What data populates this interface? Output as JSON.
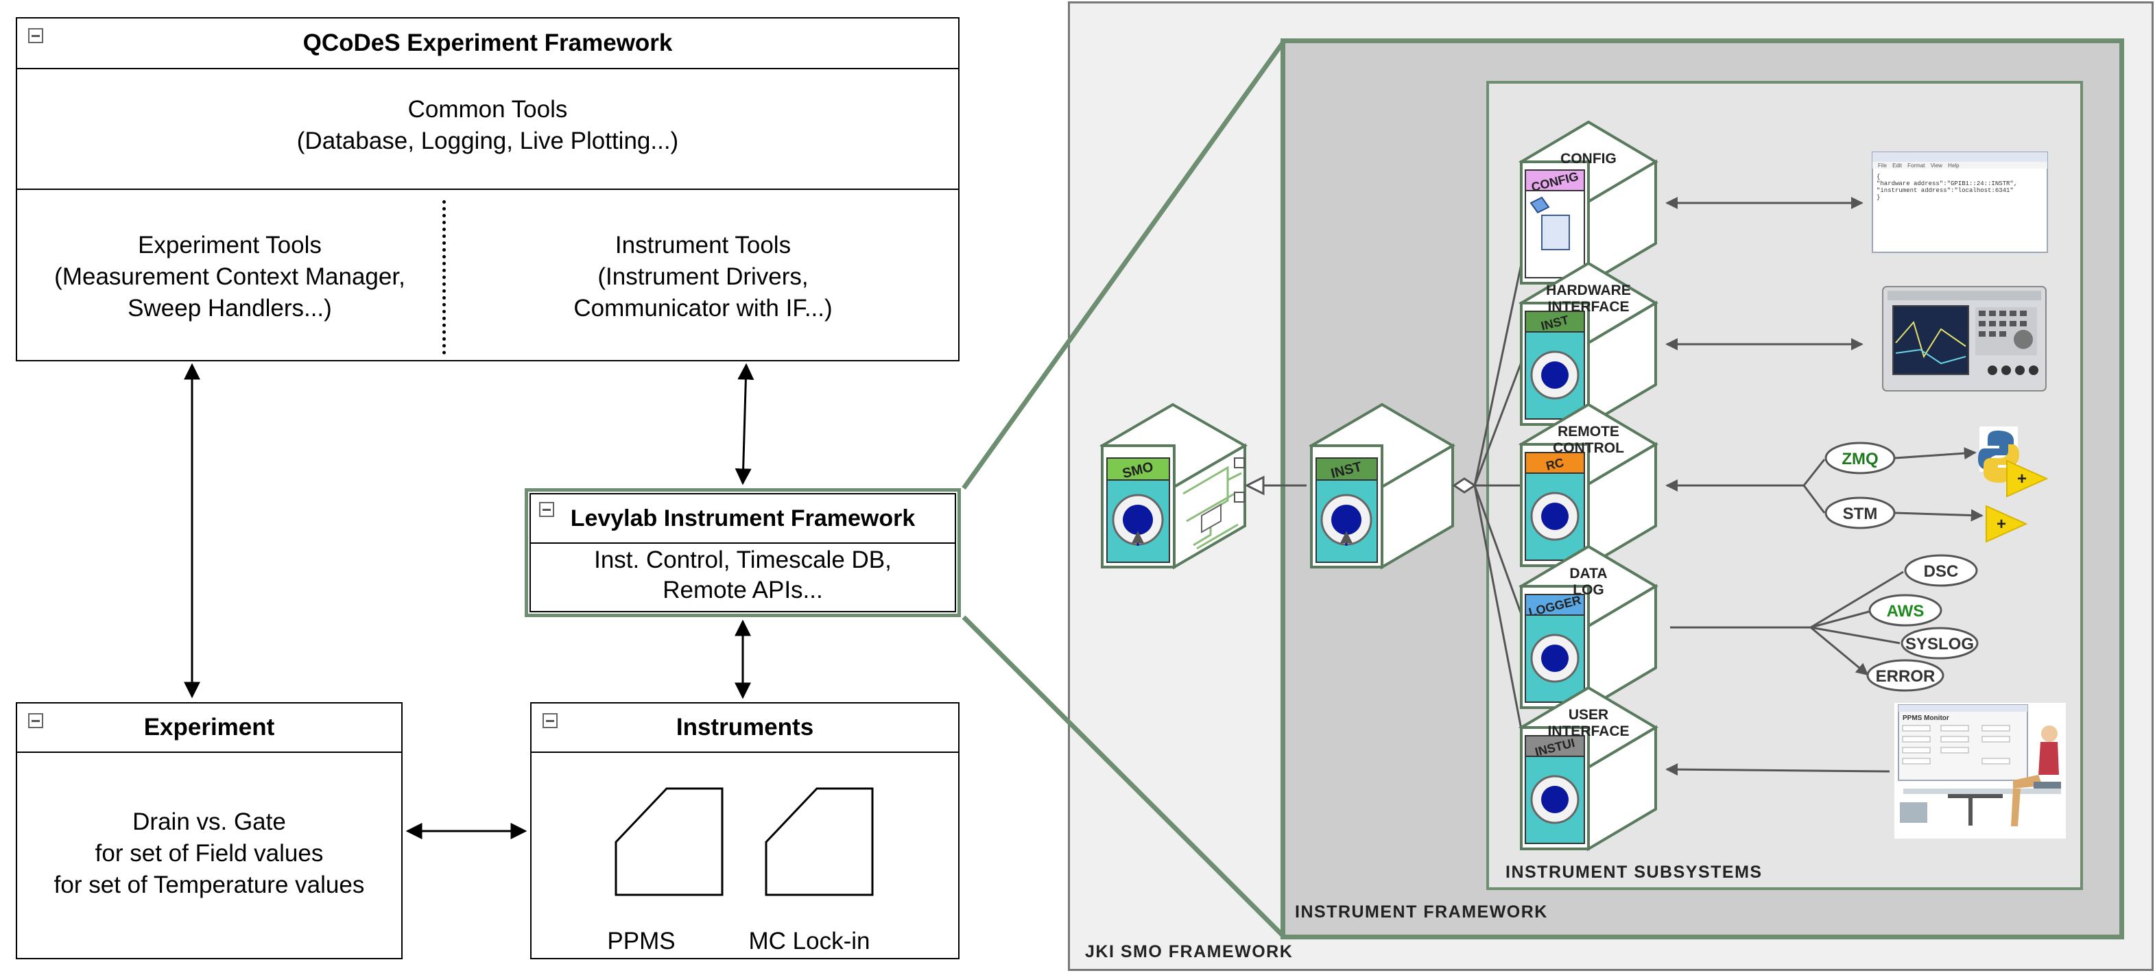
{
  "qcodes": {
    "title": "QCoDeS Experiment Framework",
    "common_tools": [
      "Common Tools",
      "(Database, Logging, Live Plotting...)"
    ],
    "experiment_tools": [
      "Experiment Tools",
      "(Measurement Context Manager,",
      "Sweep Handlers...)"
    ],
    "instrument_tools": [
      "Instrument Tools",
      "(Instrument Drivers,",
      "Communicator with IF...)"
    ]
  },
  "levylab": {
    "title": "Levylab Instrument Framework",
    "body": [
      "Inst. Control, Timescale DB,",
      "Remote APIs..."
    ]
  },
  "experiment": {
    "title": "Experiment",
    "body": [
      "Drain vs. Gate",
      "for set of Field values",
      "for set of Temperature values"
    ]
  },
  "instruments": {
    "title": "Instruments",
    "items": [
      "PPMS",
      "MC Lock-in"
    ]
  },
  "jki": {
    "frame_label": "JKI SMO FRAMEWORK",
    "instrument_framework_label": "INSTRUMENT FRAMEWORK",
    "subsystems_label": "INSTRUMENT SUBSYSTEMS",
    "smo_tag": "SMO",
    "inst_tag": "INST",
    "subsystems": [
      {
        "label": [
          "CONFIG"
        ],
        "tag": "CONFIG",
        "tag_color": "#e7a8ee"
      },
      {
        "label": [
          "HARDWARE",
          "INTERFACE"
        ],
        "tag": "INST",
        "tag_color": "#5c9a4c"
      },
      {
        "label": [
          "REMOTE",
          "CONTROL"
        ],
        "tag": "RC",
        "tag_color": "#f28c1c"
      },
      {
        "label": [
          "DATA",
          "LOG"
        ],
        "tag": "LOGGER",
        "tag_color": "#5aa8e4"
      },
      {
        "label": [
          "USER",
          "INTERFACE"
        ],
        "tag": "INSTUI",
        "tag_color": "#8a8a8a"
      }
    ],
    "config_text": [
      "{",
      "  \"hardware address\":\"GPIB1::24::INSTR\",",
      "  \"instrument address\":\"localhost:6341\"",
      "}"
    ],
    "editor_menu": [
      "File",
      "Edit",
      "Format",
      "View",
      "Help"
    ],
    "monitor_title": "PPMS Monitor",
    "remote_targets": [
      "ZMQ",
      "STM"
    ],
    "log_targets": [
      "DSC",
      "AWS",
      "SYSLOG",
      "ERROR"
    ]
  },
  "colors": {
    "frame_green": "#6e8e72",
    "cube_green": "#5a7a5e",
    "panel_light": "#f0f0f0",
    "panel_mid": "#cdcdcd",
    "panel_inner": "#e5e5e5",
    "aws_green": "#1f8a1f",
    "zmq_green": "#1f7a1f"
  }
}
